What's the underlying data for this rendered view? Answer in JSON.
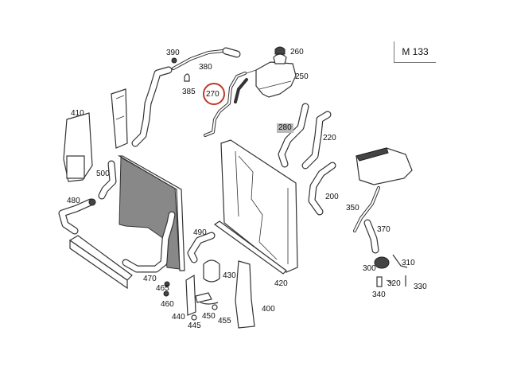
{
  "diagram": {
    "model_code": "M 133",
    "highlight_color": "#c0392b",
    "callouts": [
      {
        "id": "200",
        "text": "200"
      },
      {
        "id": "220",
        "text": "220"
      },
      {
        "id": "250",
        "text": "250"
      },
      {
        "id": "260",
        "text": "260"
      },
      {
        "id": "270",
        "text": "270",
        "circled": true
      },
      {
        "id": "280",
        "text": "280",
        "shaded": true
      },
      {
        "id": "300",
        "text": "300"
      },
      {
        "id": "310",
        "text": "310"
      },
      {
        "id": "320",
        "text": "320"
      },
      {
        "id": "330",
        "text": "330"
      },
      {
        "id": "340",
        "text": "340"
      },
      {
        "id": "350",
        "text": "350"
      },
      {
        "id": "370",
        "text": "370"
      },
      {
        "id": "380",
        "text": "380"
      },
      {
        "id": "385",
        "text": "385"
      },
      {
        "id": "390",
        "text": "390"
      },
      {
        "id": "400",
        "text": "400"
      },
      {
        "id": "410",
        "text": "410"
      },
      {
        "id": "420",
        "text": "420"
      },
      {
        "id": "430",
        "text": "430"
      },
      {
        "id": "440",
        "text": "440"
      },
      {
        "id": "445",
        "text": "445"
      },
      {
        "id": "450",
        "text": "450"
      },
      {
        "id": "455",
        "text": "455"
      },
      {
        "id": "460",
        "text": "460"
      },
      {
        "id": "465",
        "text": "465"
      },
      {
        "id": "470",
        "text": "470"
      },
      {
        "id": "480",
        "text": "480"
      },
      {
        "id": "490",
        "text": "490"
      },
      {
        "id": "500",
        "text": "500"
      }
    ]
  }
}
